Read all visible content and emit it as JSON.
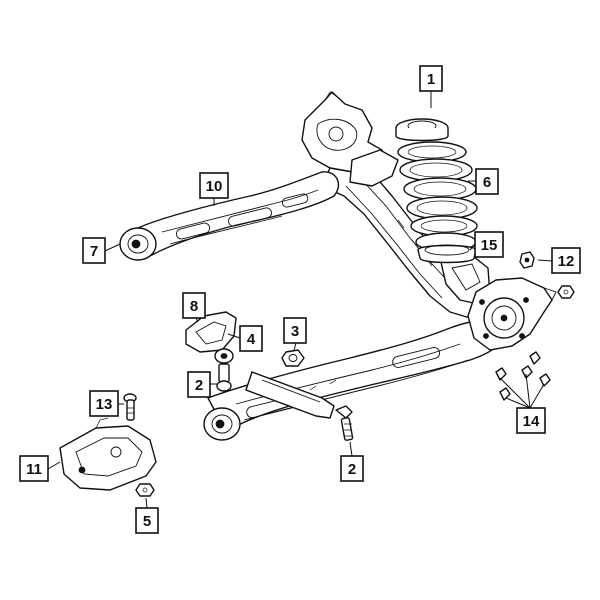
{
  "diagram": {
    "callouts": [
      {
        "label": "1"
      },
      {
        "label": "6"
      },
      {
        "label": "10"
      },
      {
        "label": "7"
      },
      {
        "label": "15"
      },
      {
        "label": "12"
      },
      {
        "label": "8"
      },
      {
        "label": "3"
      },
      {
        "label": "4"
      },
      {
        "label": "2"
      },
      {
        "label": "13"
      },
      {
        "label": "14"
      },
      {
        "label": "11"
      },
      {
        "label": "2"
      },
      {
        "label": "5"
      }
    ]
  }
}
